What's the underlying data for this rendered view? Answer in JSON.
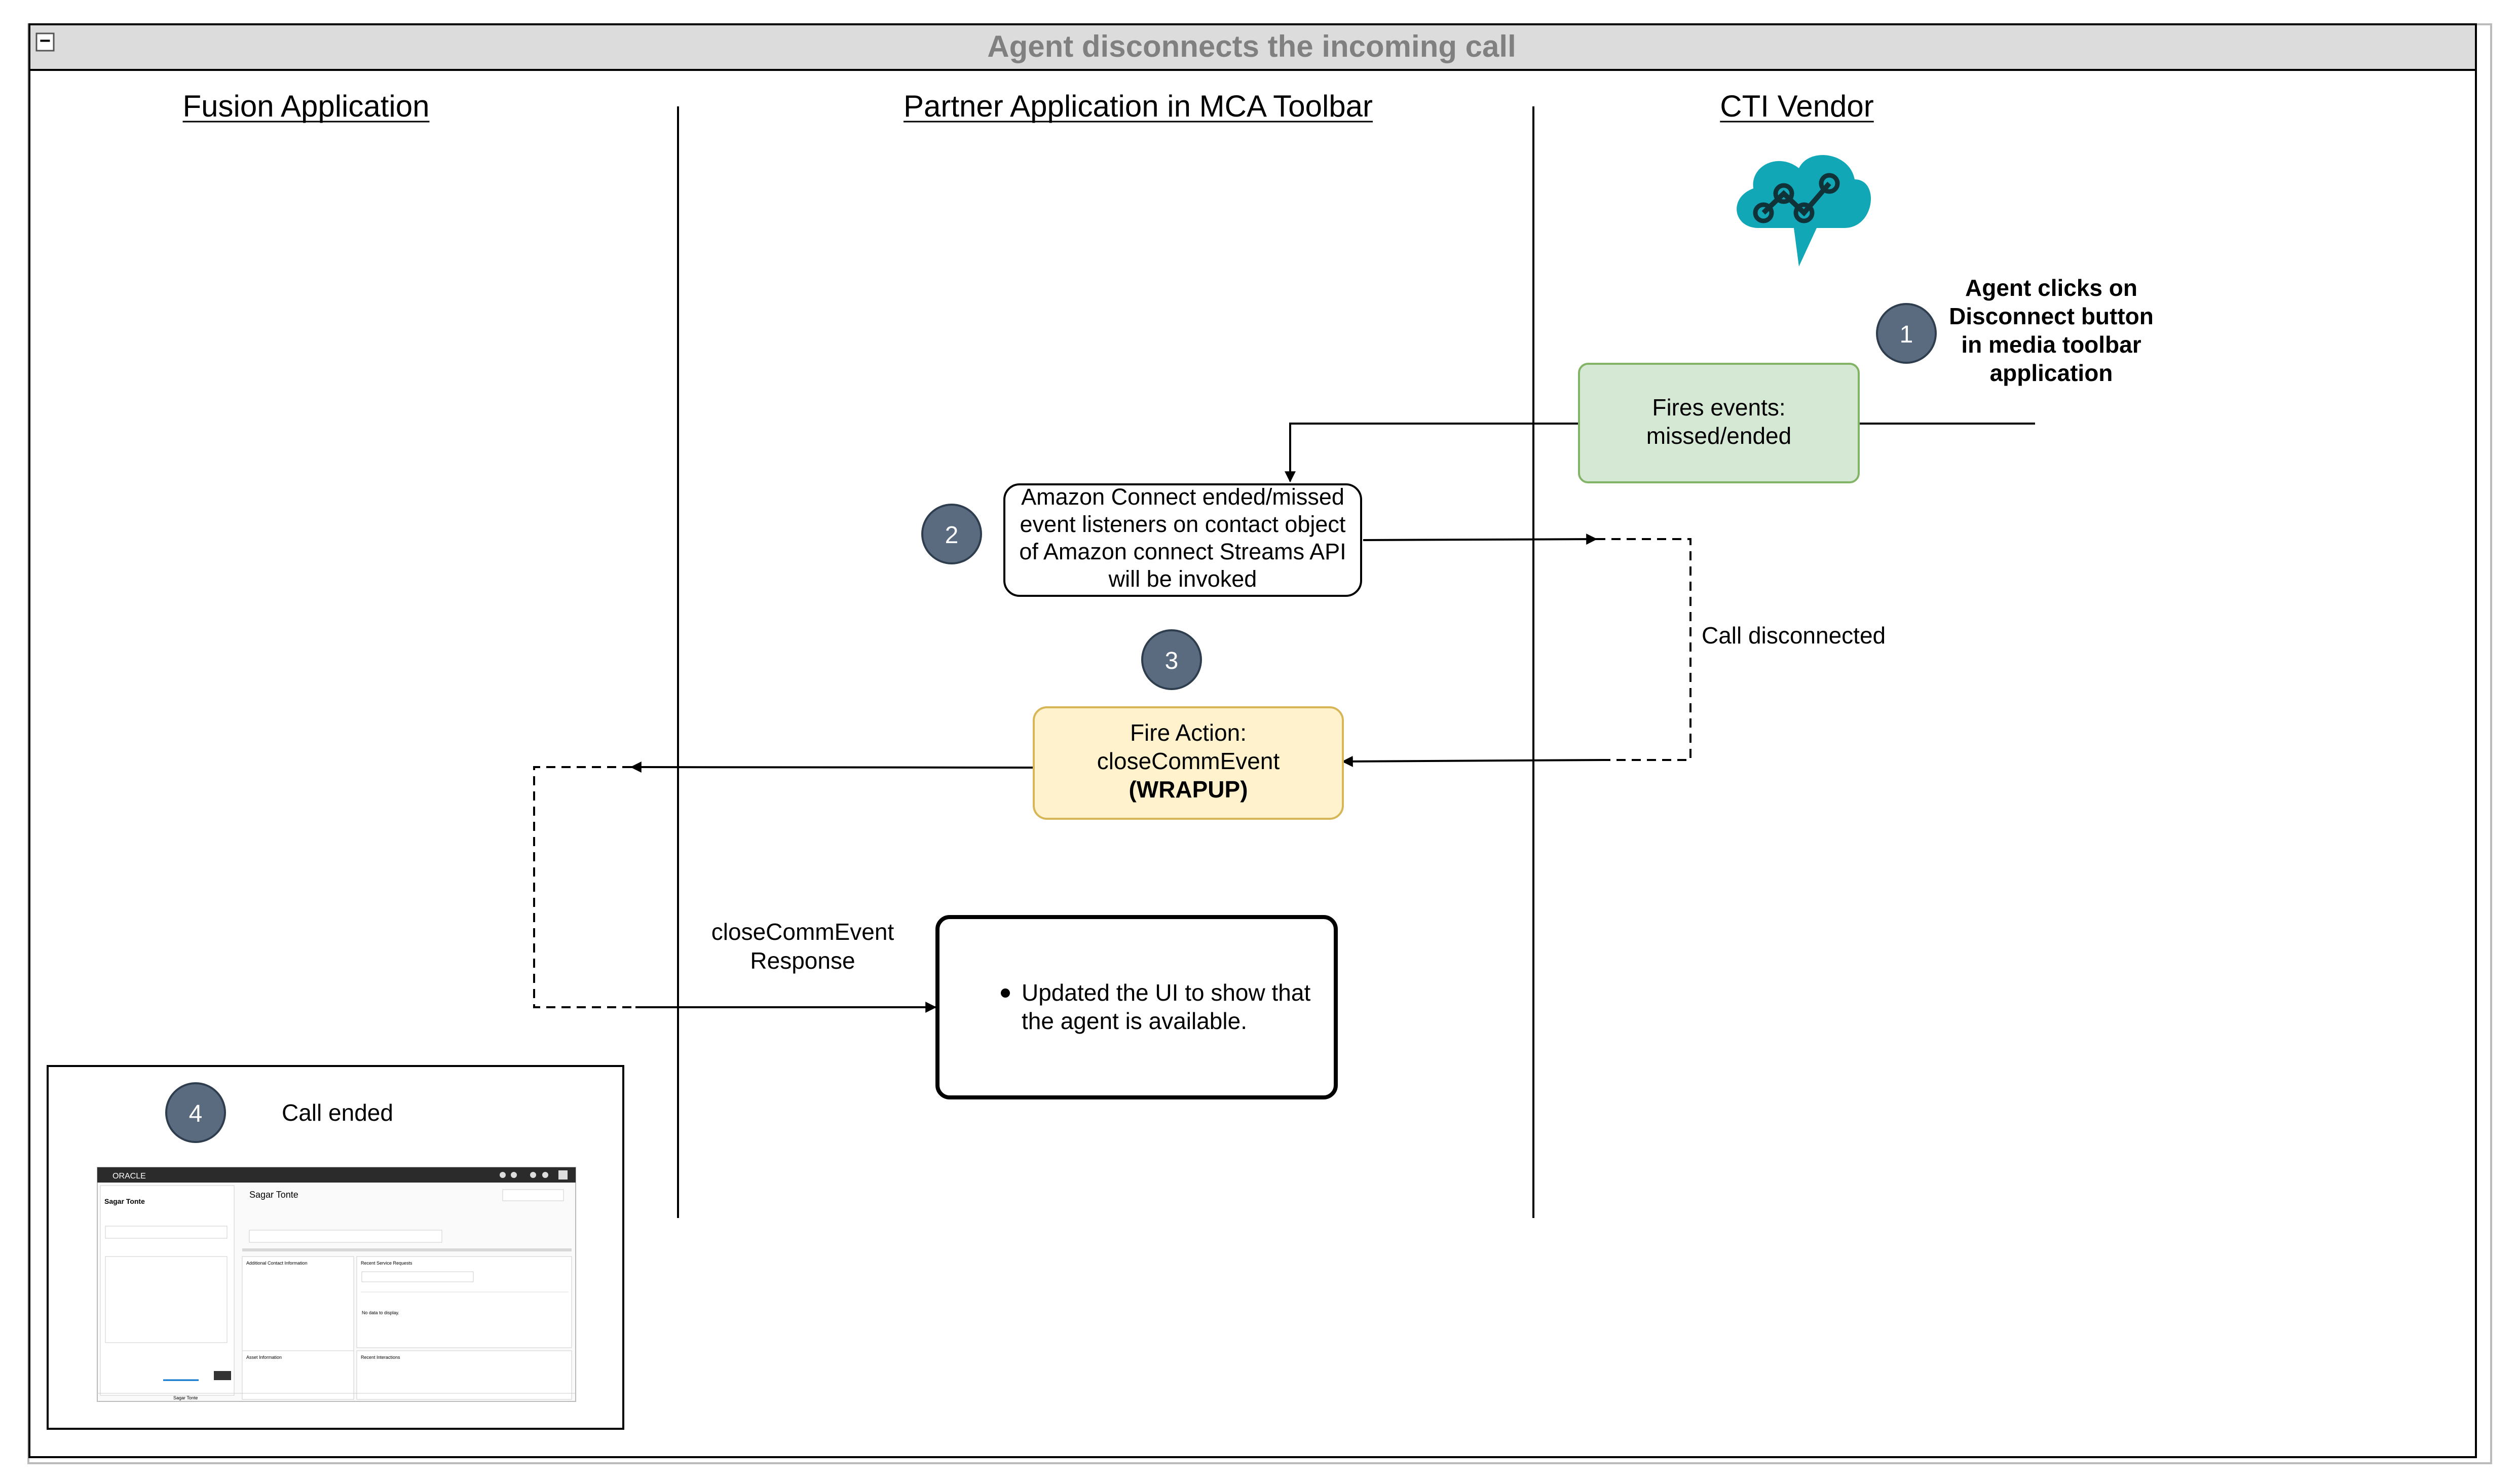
{
  "title": "Agent disconnects the incoming call",
  "collapse_symbol": "−",
  "lanes": [
    {
      "label": "Fusion Application"
    },
    {
      "label": "Partner Application in MCA Toolbar"
    },
    {
      "label": "CTI Vendor"
    }
  ],
  "cloud_icon": "cloud-network-icon",
  "steps": [
    {
      "number": "1",
      "caption": [
        "Agent clicks on",
        "Disconnect button",
        "in media toolbar",
        "application"
      ]
    },
    {
      "number": "2"
    },
    {
      "number": "3"
    },
    {
      "number": "4",
      "caption": [
        "Call ended"
      ]
    }
  ],
  "boxes": {
    "fires_events": [
      "Fires events:",
      "missed/ended"
    ],
    "listeners": [
      "Amazon Connect ended/missed",
      "event listeners on contact object",
      "of Amazon connect Streams API",
      "will be invoked"
    ],
    "fire_action": [
      "Fire Action:",
      "closeCommEvent",
      "(WRAPUP)"
    ],
    "updated_ui": [
      "Updated the UI to show that",
      "the agent is available."
    ]
  },
  "labels": {
    "call_disconnected": "Call disconnected",
    "response": [
      "closeCommEvent",
      "Response"
    ]
  },
  "colors": {
    "step_circle": "#5a6b7f",
    "green_fill": "#d5e8d4",
    "green_stroke": "#82b366",
    "yellow_fill": "#fff2cc",
    "yellow_stroke": "#d6b656",
    "cloud": "#12a7b7",
    "title_bar": "#dcdcdc",
    "title_text": "#808080"
  },
  "screenshot": {
    "brand": "ORACLE",
    "contact_name": "Sagar Tonte",
    "panels": [
      "Additional Contact Information",
      "Recent Service Requests",
      "Asset Information",
      "Recent Interactions"
    ],
    "empty_text": "No data to display.",
    "tab_label": "Sagar Tonte"
  }
}
